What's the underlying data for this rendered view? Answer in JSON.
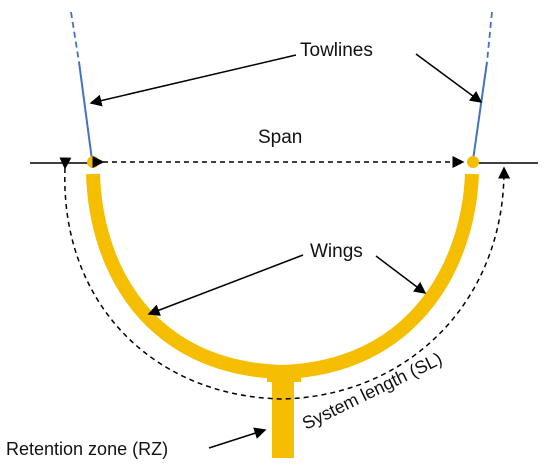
{
  "labels": {
    "towlines": "Towlines",
    "span": "Span",
    "wings": "Wings",
    "system_length": "System length (SL)",
    "retention_zone": "Retention zone (RZ)"
  },
  "colors": {
    "net": "#F5BE00",
    "towline": "#4472C4",
    "line": "#000000",
    "text": "#111111"
  }
}
